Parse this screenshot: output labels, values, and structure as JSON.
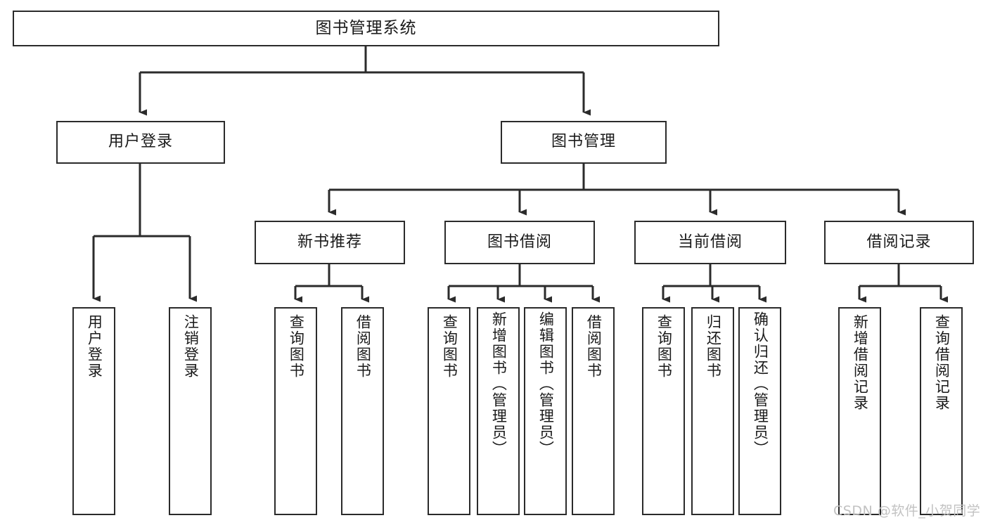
{
  "diagram": {
    "title": "图书管理系统",
    "type": "tree-hierarchy-chart",
    "watermark": "CSDN @软件_小贺同学",
    "colors": {
      "box_border": "#2b2b2b",
      "box_fill": "#ffffff",
      "edge": "#2b2b2b",
      "text": "#1a1a1a",
      "watermark": "#c2c2c2",
      "background": "#ffffff"
    },
    "root": {
      "label": "图书管理系统"
    },
    "level2": [
      {
        "id": "user-login",
        "label": "用户登录"
      },
      {
        "id": "book-management",
        "label": "图书管理"
      }
    ],
    "level3": [
      {
        "id": "new-book-recommend",
        "label": "新书推荐"
      },
      {
        "id": "book-borrow",
        "label": "图书借阅"
      },
      {
        "id": "current-borrow",
        "label": "当前借阅"
      },
      {
        "id": "borrow-record",
        "label": "借阅记录"
      }
    ],
    "leaves": {
      "user_login": [
        {
          "id": "leaf-user-login",
          "label": "用户登录"
        },
        {
          "id": "leaf-logout-login",
          "label": "注销登录"
        }
      ],
      "new_book_recommend": [
        {
          "id": "leaf-query-book-1",
          "label": "查询图书"
        },
        {
          "id": "leaf-borrow-book-1",
          "label": "借阅图书"
        }
      ],
      "book_borrow": [
        {
          "id": "leaf-query-book-2",
          "label": "查询图书"
        },
        {
          "id": "leaf-add-book",
          "label": "新增图书（管理员）"
        },
        {
          "id": "leaf-edit-book",
          "label": "编辑图书（管理员）"
        },
        {
          "id": "leaf-borrow-book-2",
          "label": "借阅图书"
        }
      ],
      "current_borrow": [
        {
          "id": "leaf-query-book-3",
          "label": "查询图书"
        },
        {
          "id": "leaf-return-book",
          "label": "归还图书"
        },
        {
          "id": "leaf-confirm-return",
          "label": "确认归还（管理员）"
        }
      ],
      "borrow_record": [
        {
          "id": "leaf-add-borrow-record",
          "label": "新增借阅记录"
        },
        {
          "id": "leaf-query-borrow-record",
          "label": "查询借阅记录"
        }
      ]
    }
  }
}
